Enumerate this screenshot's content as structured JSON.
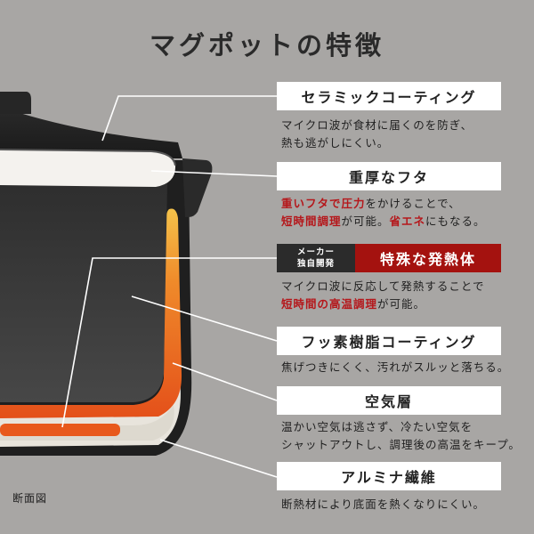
{
  "title": "マグポットの特徴",
  "caption": "断面図",
  "features": {
    "ceramic": {
      "label": "セラミックコーティング",
      "line1": "マイクロ波が食材に届くのを防ぎ、",
      "line2": "熱も逃がしにくい。"
    },
    "lid": {
      "label": "重厚なフタ",
      "line1_hl1": "重いフタで圧力",
      "line1_rest": "をかけることで、",
      "line2_hl1": "短時間調理",
      "line2_mid": "が可能。",
      "line2_hl2": "省エネ",
      "line2_rest": "にもなる。"
    },
    "special": {
      "badge_line1": "メーカー",
      "badge_line2": "独自開発",
      "label": "特殊な発熱体",
      "line1": "マイクロ波に反応して発熱することで",
      "line2_hl": "短時間の高温調理",
      "line2_rest": "が可能。"
    },
    "fluorine": {
      "label": "フッ素樹脂コーティング",
      "line1": "焦げつきにくく、汚れがスルッと落ちる。"
    },
    "air": {
      "label": "空気層",
      "line1": "温かい空気は逃さず、冷たい空気を",
      "line2": "シャットアウトし、調理後の高温をキープ。"
    },
    "alumina": {
      "label": "アルミナ繊維",
      "line1": "断熱材により底面を熱くなりにくい。"
    }
  },
  "colors": {
    "background": "#a8a6a4",
    "highlight": "#b5171b",
    "special_bg": "#a4120f",
    "heating": "#e8591c"
  }
}
